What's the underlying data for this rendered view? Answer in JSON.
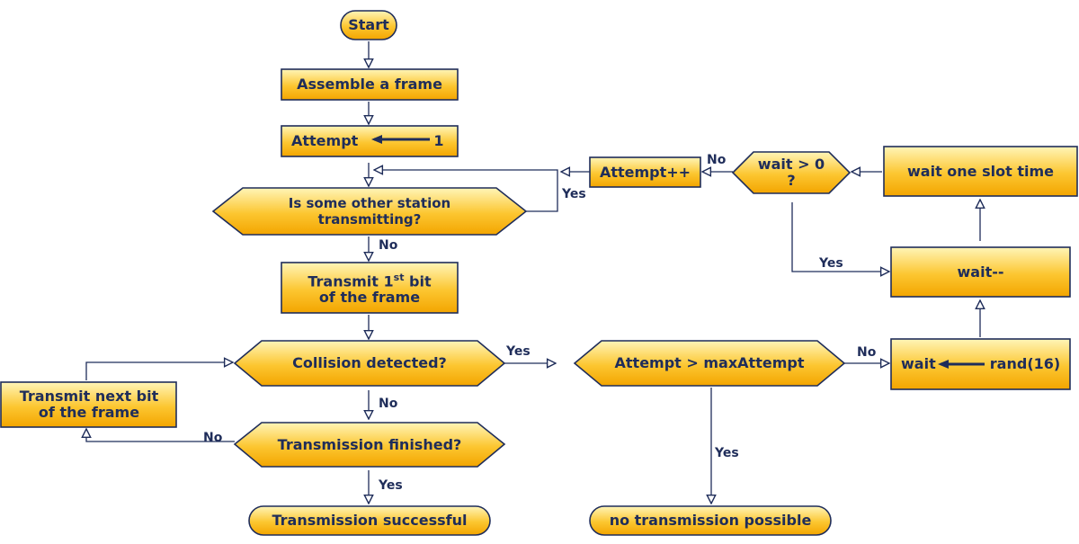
{
  "nodes": {
    "start": "Start",
    "assemble": "Assemble a frame",
    "attempt_left": "Attempt",
    "attempt_right": "1",
    "station_check": "Is some other station transmitting?",
    "transmit_first_pre": "Transmit 1",
    "transmit_first_sup": "st",
    "transmit_first_post": " bit",
    "transmit_first_line2": "of the frame",
    "collision": "Collision detected?",
    "tx_finished": "Transmission finished?",
    "tx_success": "Transmission successful",
    "transmit_next": "Transmit next bit of the frame",
    "attempt_max": "Attempt > maxAttempt",
    "no_tx": "no transmission possible",
    "wait_left": "wait",
    "wait_right": "rand(16)",
    "wait_dec": "wait--",
    "wait_slot": "wait one slot time",
    "wait_check": "wait > 0 ?",
    "attempt_inc": "Attempt++"
  },
  "labels": {
    "no_station": "No",
    "yes_station": "Yes",
    "yes_collision": "Yes",
    "no_collision": "No",
    "no_finished": "No",
    "yes_finished": "Yes",
    "no_max": "No",
    "yes_max": "Yes",
    "yes_wait": "Yes",
    "no_wait": "No"
  },
  "colors": {
    "fill_top": "#fff3b0",
    "fill_bottom": "#f5a800",
    "stroke": "#1f2d5a"
  }
}
